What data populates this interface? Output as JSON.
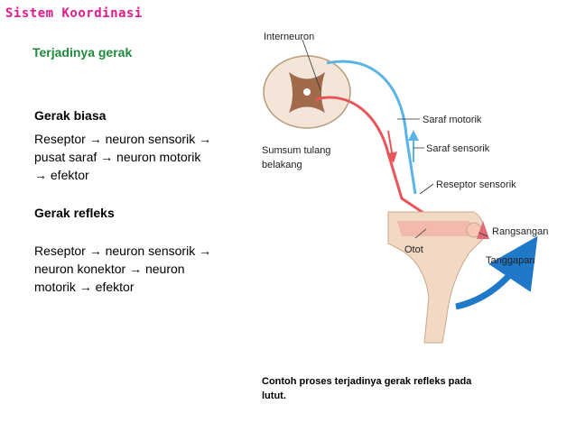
{
  "header": {
    "title": "Sistem Koordinasi"
  },
  "slide": {
    "subtitle": "Terjadinya gerak",
    "gerak_biasa": {
      "heading": "Gerak biasa",
      "lines": [
        "Reseptor → neuron sensorik →",
        "pusat saraf → neuron motorik",
        "→ efektor"
      ]
    },
    "gerak_refleks": {
      "heading": "Gerak refleks",
      "lines": [
        "Reseptor → neuron sensorik →",
        "neuron konektor → neuron",
        "motorik → efektor"
      ]
    },
    "caption": [
      "Contoh proses terjadinya gerak refleks pada",
      "lutut."
    ]
  },
  "figure": {
    "labels": {
      "interneuron": "Interneuron",
      "saraf_motorik": "Saraf motorik",
      "saraf_sensorik": "Saraf sensorik",
      "sumsum_1": "Sumsum tulang",
      "sumsum_2": "belakang",
      "reseptor_sensorik": "Reseptor sensorik",
      "rangsangan": "Rangsangan",
      "otot": "Otot",
      "tanggapan": "Tanggapan"
    },
    "colors": {
      "motor_nerve": "#e8555a",
      "sensory_nerve": "#5ab4e6",
      "arrow": "#1f78c8",
      "leg": "#f2d9c3"
    }
  }
}
